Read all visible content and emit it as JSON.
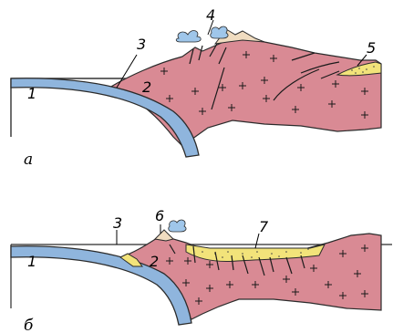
{
  "panels": [
    {
      "letter": "а",
      "labels": [
        "1",
        "2",
        "3",
        "4",
        "5"
      ]
    },
    {
      "letter": "б",
      "labels": [
        "1",
        "2",
        "3",
        "6",
        "7"
      ]
    }
  ]
}
